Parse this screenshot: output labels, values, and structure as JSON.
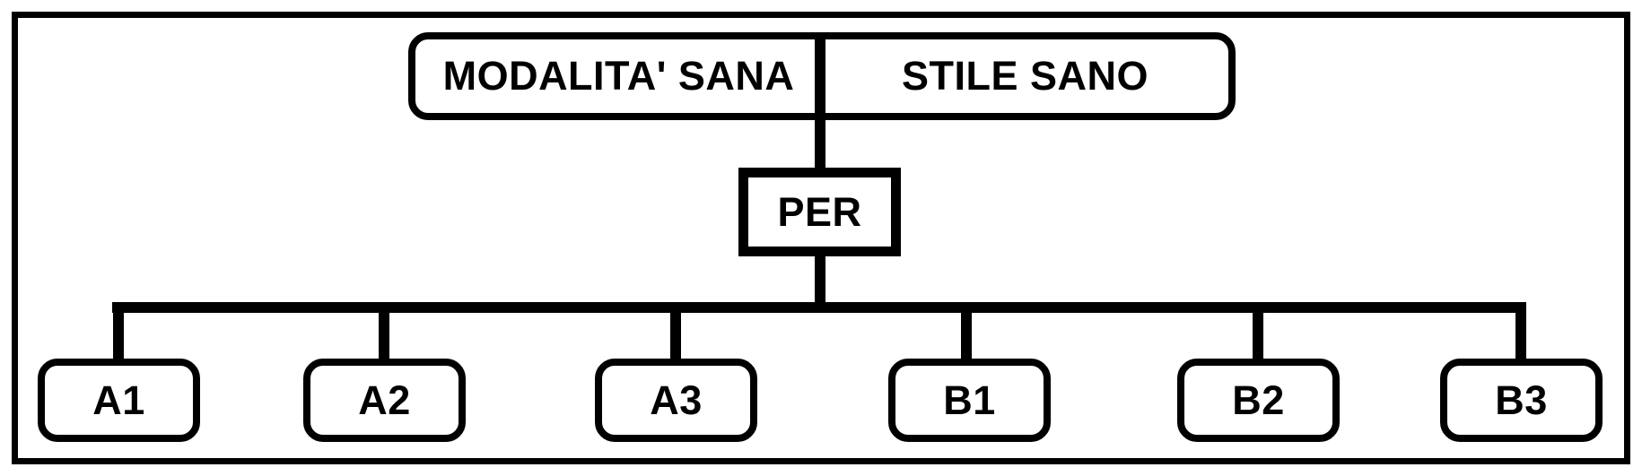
{
  "diagram": {
    "title": "healthy-mode-style-hierarchy",
    "root": {
      "left_label": "MODALITA' SANA",
      "right_label": "STILE SANO"
    },
    "connector": {
      "label": "PER"
    },
    "children": [
      {
        "label": "A1"
      },
      {
        "label": "A2"
      },
      {
        "label": "A3"
      },
      {
        "label": "B1"
      },
      {
        "label": "B2"
      },
      {
        "label": "B3"
      }
    ],
    "colors": {
      "stroke": "#000000",
      "background": "#ffffff"
    }
  }
}
